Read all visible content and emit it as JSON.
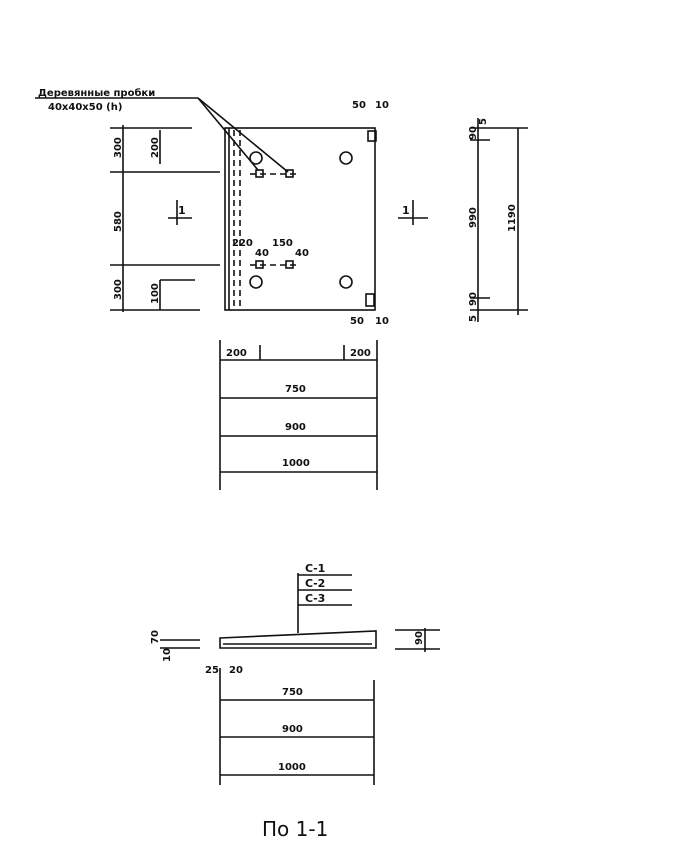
{
  "plan": {
    "callout_title": "Деревянные пробки",
    "callout_size": "40x40x50 (h)",
    "dim_top_50": "50",
    "dim_top_10": "10",
    "dim_bot_50": "50",
    "dim_bot_10": "10",
    "left_dims": [
      "300",
      "580",
      "300"
    ],
    "dim_200": "200",
    "dim_100": "100",
    "section_mark": "1",
    "inner_220": "220",
    "inner_150": "150",
    "inner_40a": "40",
    "inner_40b": "40",
    "right_dims": [
      "5",
      "90",
      "990",
      "90",
      "5"
    ],
    "right_total": "1190",
    "bottom_200a": "200",
    "bottom_200b": "200",
    "bottom_dims": [
      "750",
      "900",
      "1000"
    ]
  },
  "section": {
    "marks": [
      "С-1",
      "С-2",
      "С-3"
    ],
    "left_dim_a": "70",
    "left_dim_b": "10",
    "right_dim": "90",
    "dim_25": "25",
    "dim_20": "20",
    "bottom_dims": [
      "750",
      "900",
      "1000"
    ],
    "caption": "По 1-1"
  }
}
